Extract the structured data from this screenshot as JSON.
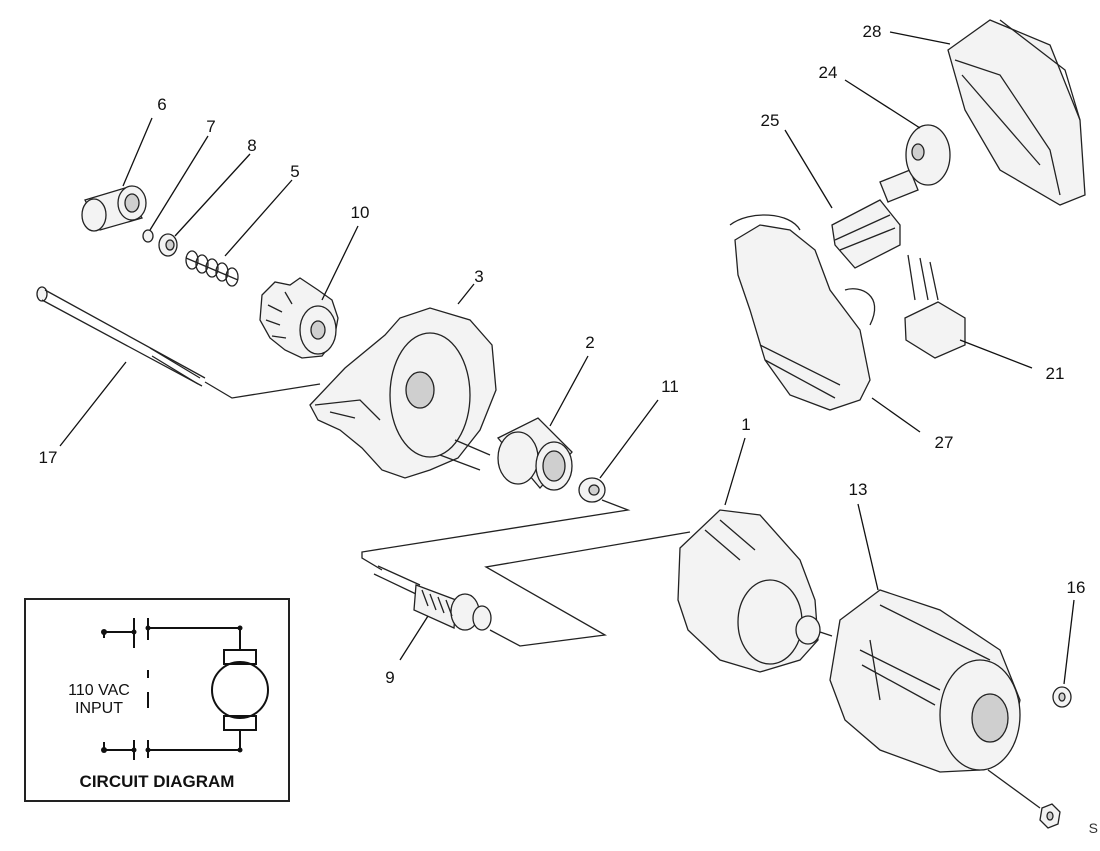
{
  "part_numbers": {
    "p1": "1",
    "p2": "2",
    "p3": "3",
    "p5": "5",
    "p6": "6",
    "p7": "7",
    "p8": "8",
    "p9": "9",
    "p10": "10",
    "p11": "11",
    "p13": "13",
    "p16": "16",
    "p17": "17",
    "p21": "21",
    "p24": "24",
    "p25": "25",
    "p27": "27",
    "p28": "28"
  },
  "circuit": {
    "title": "CIRCUIT DIAGRAM",
    "input_line1": "110 VAC",
    "input_line2": "INPUT"
  },
  "corner_mark": "S"
}
